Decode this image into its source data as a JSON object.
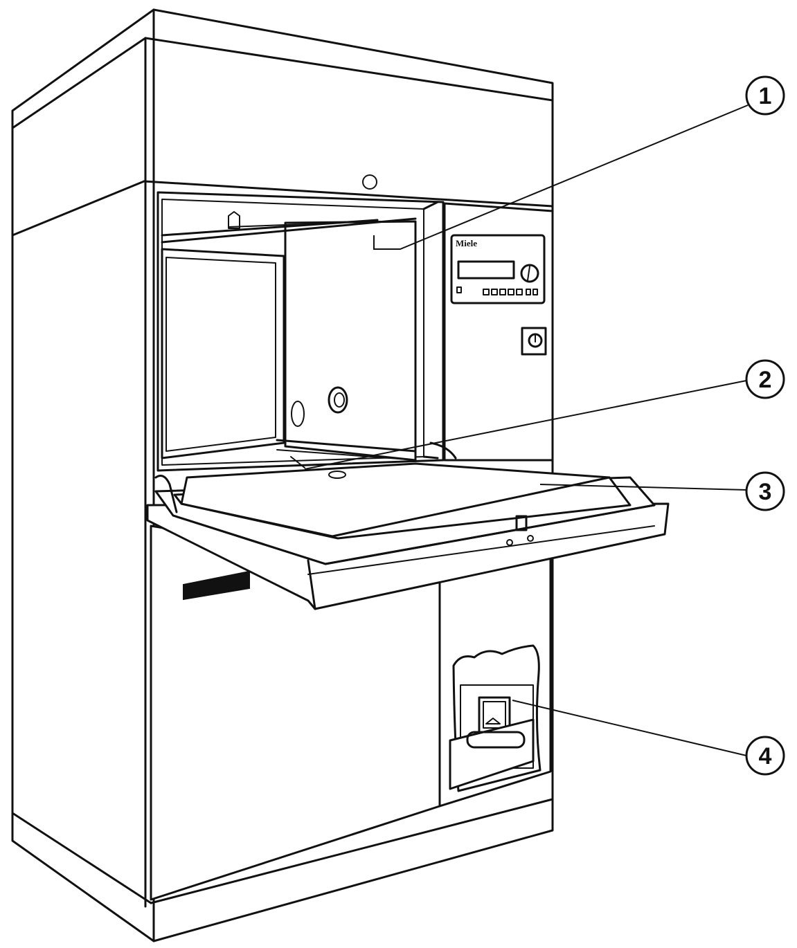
{
  "brand": {
    "label": "Miele"
  },
  "callouts": [
    {
      "number": "1"
    },
    {
      "number": "2"
    },
    {
      "number": "3"
    },
    {
      "number": "4"
    }
  ],
  "colors": {
    "line": "#111111",
    "background": "#ffffff"
  }
}
